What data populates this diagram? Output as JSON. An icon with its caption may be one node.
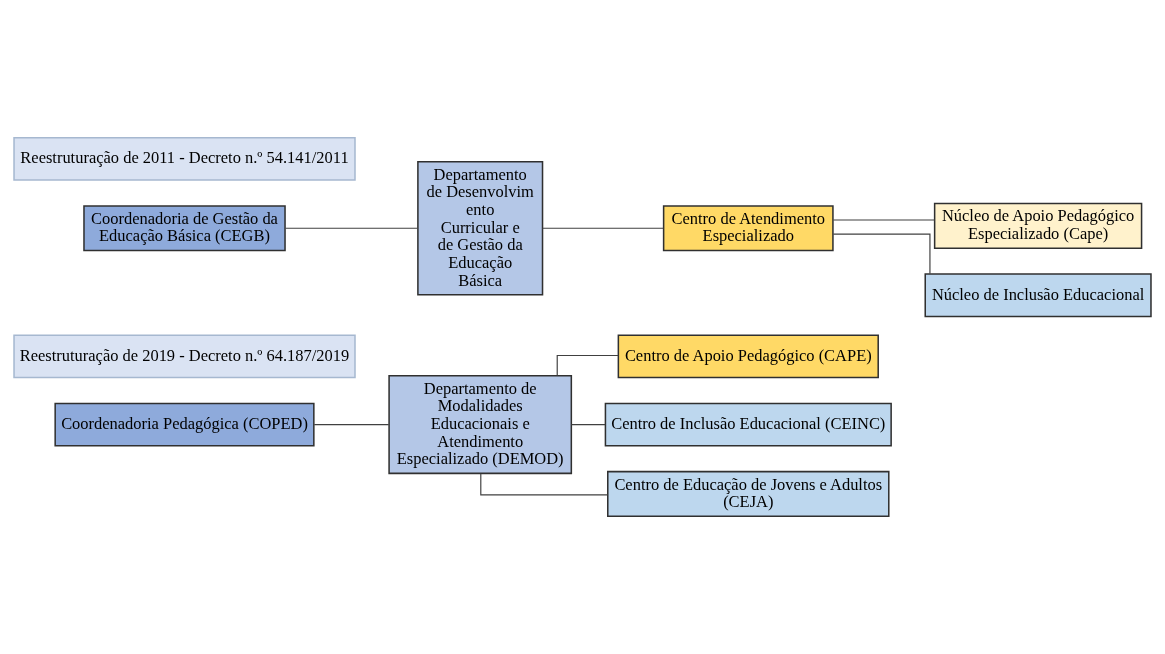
{
  "diagram": {
    "nodes": [
      {
        "text": [
          "Reestruturação de 2011 - Decreto n.º 54.141/2011"
        ]
      },
      {
        "text": [
          "Coordenadoria de Gestão da Educação Básica (CEGB)"
        ]
      },
      {
        "text": [
          "Departamento de Desenvolvimento Curricular e de Gestão da Educação Básica"
        ]
      },
      {
        "text": [
          "Centro de Atendimento Especializado"
        ]
      },
      {
        "text": [
          "Núcleo de Apoio Pedagógico Especializado (Cape)"
        ]
      },
      {
        "text": [
          "Núcleo de Inclusão Educacional"
        ]
      },
      {
        "text": [
          "Reestruturação de 2019 - Decreto n.º 64.187/2019"
        ]
      },
      {
        "text": [
          "Coordenadoria Pedagógica (COPED)"
        ]
      },
      {
        "text": [
          "Departamento de Modalidades Educacionais e Atendimento Especializado (DEMOD)"
        ]
      },
      {
        "text": [
          "Centro de Apoio Pedagógico (CAPE)"
        ]
      },
      {
        "text": [
          "Centro de Inclusão Educacional (CEINC)"
        ]
      },
      {
        "text": [
          "Centro de Educação de Jovens e Adultos (CEJA)"
        ]
      }
    ],
    "edges": [
      {
        "from": 1,
        "to": 2,
        "arrow": "none"
      },
      {
        "from": 2,
        "to": 3,
        "arrow": "none"
      },
      {
        "from": 3,
        "to": 4,
        "arrow": "none"
      },
      {
        "from": 3,
        "to": 5,
        "arrow": "none"
      },
      {
        "from": 7,
        "to": 8,
        "arrow": "none"
      },
      {
        "from": 8,
        "to": 9,
        "arrow": "none"
      },
      {
        "from": 8,
        "to": 10,
        "arrow": "none"
      },
      {
        "from": 8,
        "to": 11,
        "arrow": "none"
      }
    ]
  }
}
